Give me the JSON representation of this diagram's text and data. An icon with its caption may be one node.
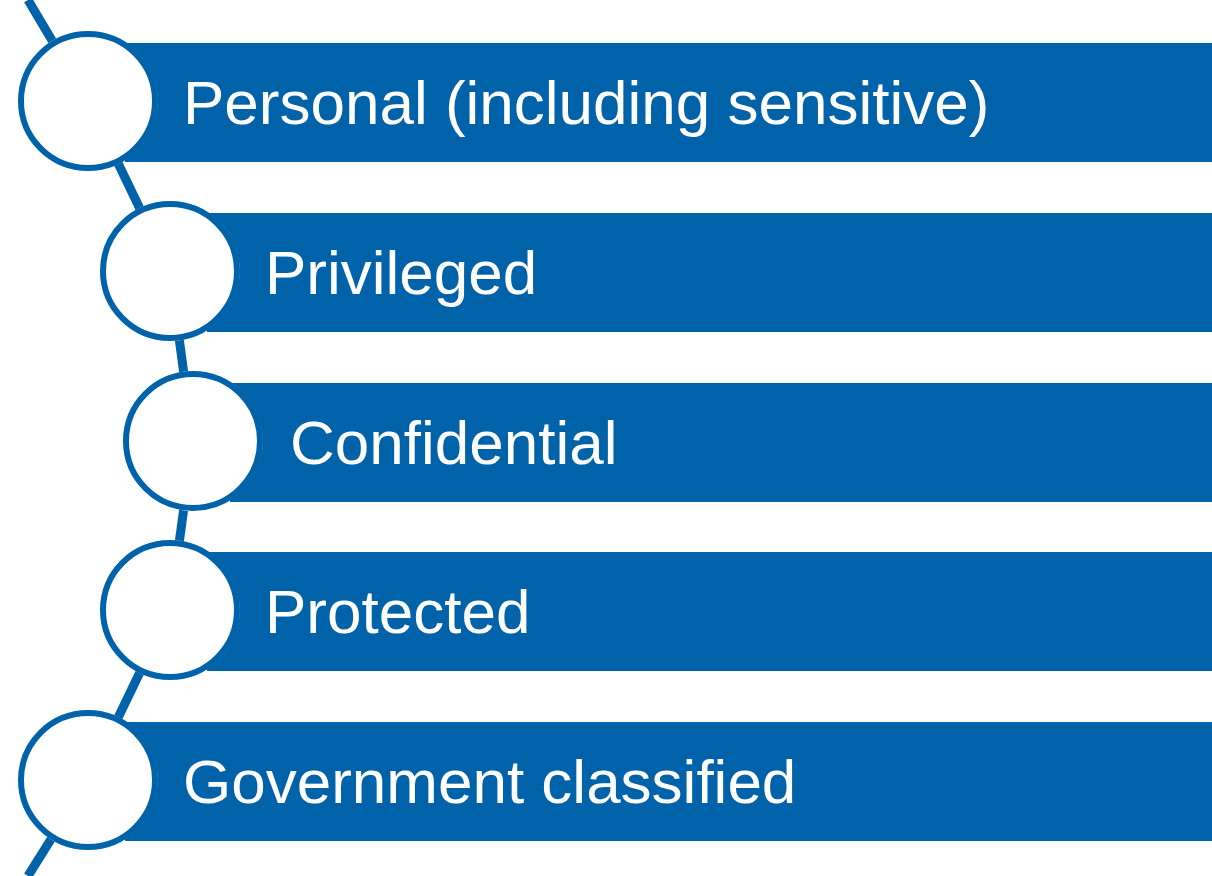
{
  "diagram": {
    "nodes": [
      {
        "text": [],
        "shape": "circle"
      },
      {
        "text": [
          "Personal (including sensitive)"
        ]
      },
      {
        "text": [],
        "shape": "circle"
      },
      {
        "text": [
          "Privileged"
        ]
      },
      {
        "text": [],
        "shape": "circle"
      },
      {
        "text": [
          "Confidential"
        ]
      },
      {
        "text": [],
        "shape": "circle"
      },
      {
        "text": [
          "Protected"
        ]
      },
      {
        "text": [],
        "shape": "circle"
      },
      {
        "text": [
          "Government classified"
        ]
      }
    ],
    "edges": [
      {
        "from": null,
        "to": 0,
        "arrow": "none"
      },
      {
        "from": 0,
        "to": 2,
        "arrow": "none"
      },
      {
        "from": 2,
        "to": 4,
        "arrow": "none"
      },
      {
        "from": 4,
        "to": 6,
        "arrow": "none"
      },
      {
        "from": 6,
        "to": 8,
        "arrow": "none"
      },
      {
        "from": 8,
        "to": null,
        "arrow": "none"
      }
    ]
  }
}
